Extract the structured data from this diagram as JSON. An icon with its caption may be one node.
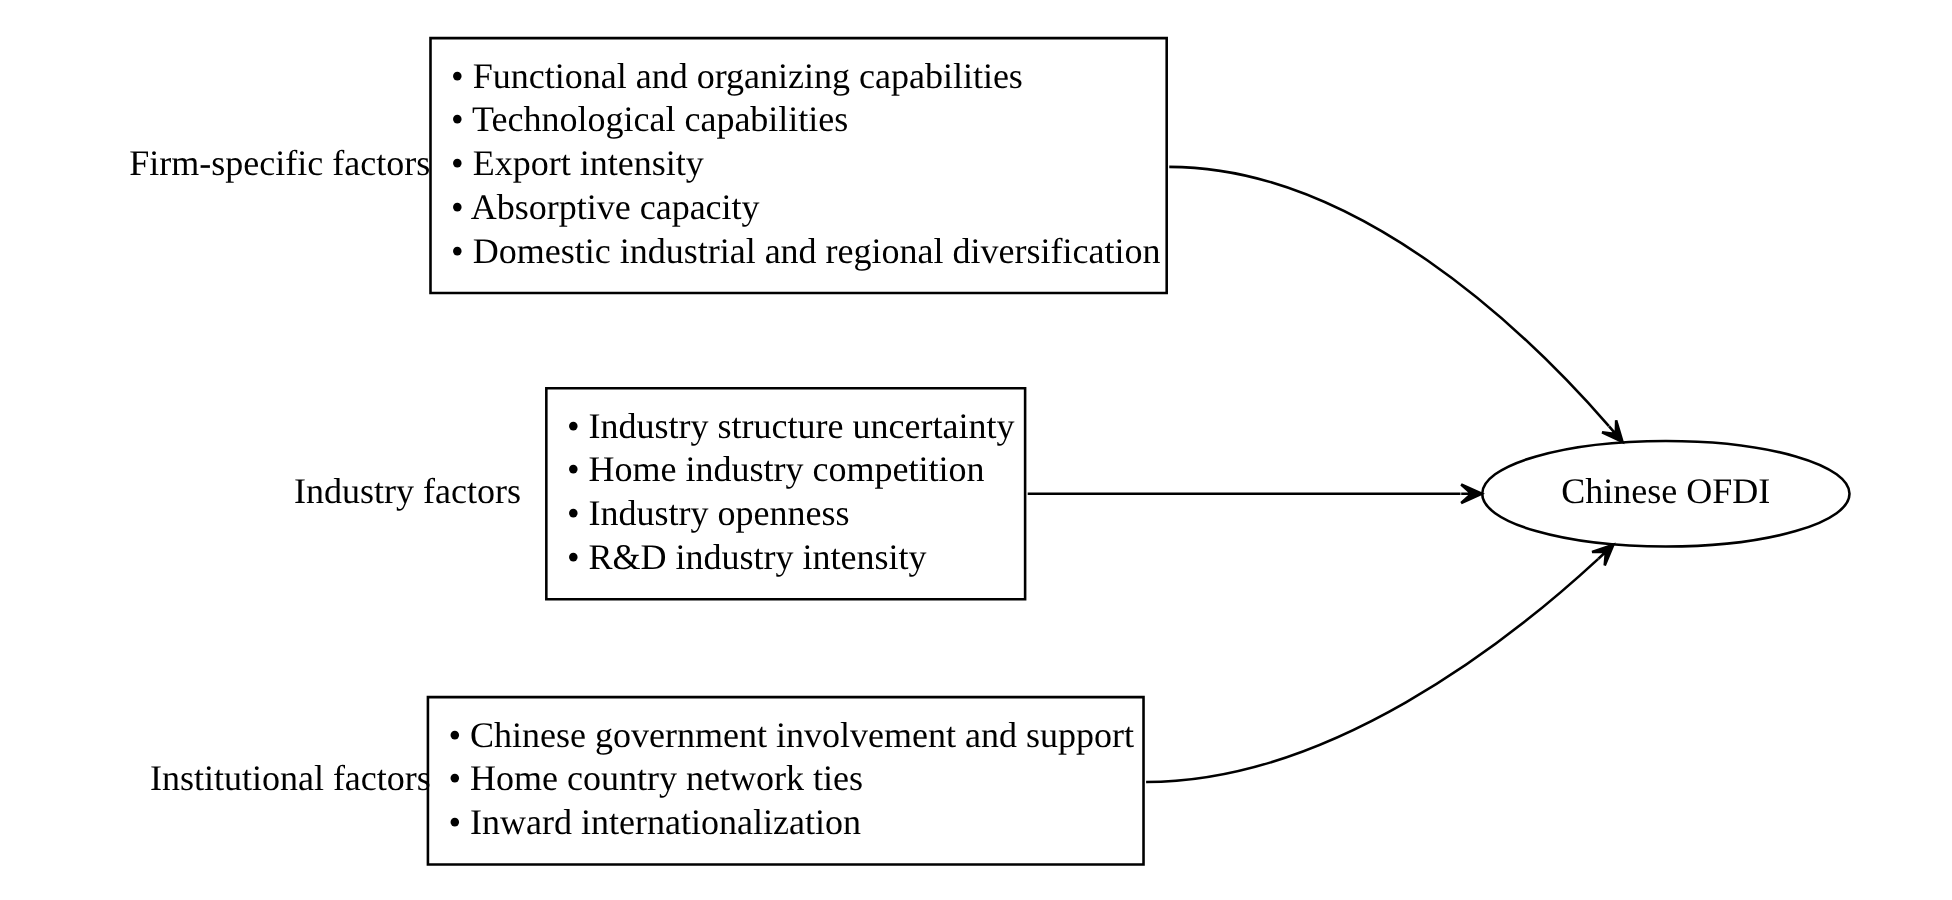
{
  "diagram": {
    "nodes": [
      {
        "text": [
          "Firm-specific factors",
          "• Functional and organizing capabilities",
          "• Technological capabilities",
          "• Export intensity",
          "• Absorptive capacity",
          "• Domestic industrial and regional diversification"
        ]
      },
      {
        "text": [
          "Industry factors",
          "• Industry structure uncertainty",
          "• Home industry competition",
          "• Industry openness",
          "• R&D industry intensity"
        ]
      },
      {
        "text": [
          "Institutional factors",
          "• Chinese government involvement and support",
          "• Home country network ties",
          "• Inward internationalization"
        ]
      },
      {
        "text": [
          "Chinese OFDI"
        ]
      }
    ],
    "edges": [
      {
        "from": 0,
        "to": 3,
        "arrow": "to"
      },
      {
        "from": 1,
        "to": 3,
        "arrow": "to"
      },
      {
        "from": 2,
        "to": 3,
        "arrow": "to"
      }
    ]
  }
}
